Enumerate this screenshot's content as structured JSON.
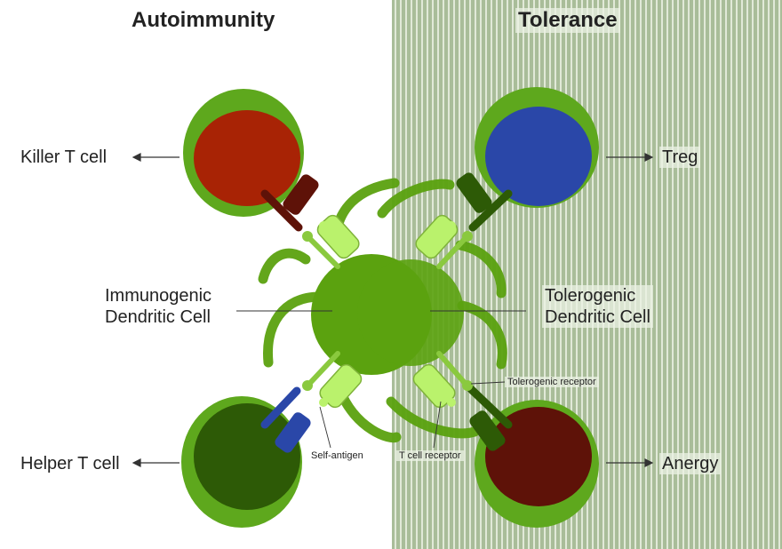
{
  "headings": {
    "left": "Autoimmunity",
    "right": "Tolerance"
  },
  "cells": {
    "killer": "Killer T cell",
    "helper": "Helper T cell",
    "treg": "Treg",
    "anergy": "Anergy"
  },
  "dendritic": {
    "immunogenic": [
      "Immunogenic",
      "Dendritic Cell"
    ],
    "tolerogenic": [
      "Tolerogenic",
      "Dendritic Cell"
    ]
  },
  "callouts": {
    "self_antigen": "Self-antigen",
    "t_cell_receptor": "T cell receptor",
    "tolerogenic_receptor": "Tolerogenic receptor"
  },
  "colors": {
    "tolerance_panel": "#a9bd99",
    "dc_body": "#5ba20f",
    "cell_membrane": "#5ea81d",
    "killer_nucleus": "#a82305",
    "helper_nucleus": "#2d5a06",
    "treg_nucleus": "#2a47a8",
    "anergy_nucleus": "#5e1208",
    "antigen": "#baf26c"
  }
}
